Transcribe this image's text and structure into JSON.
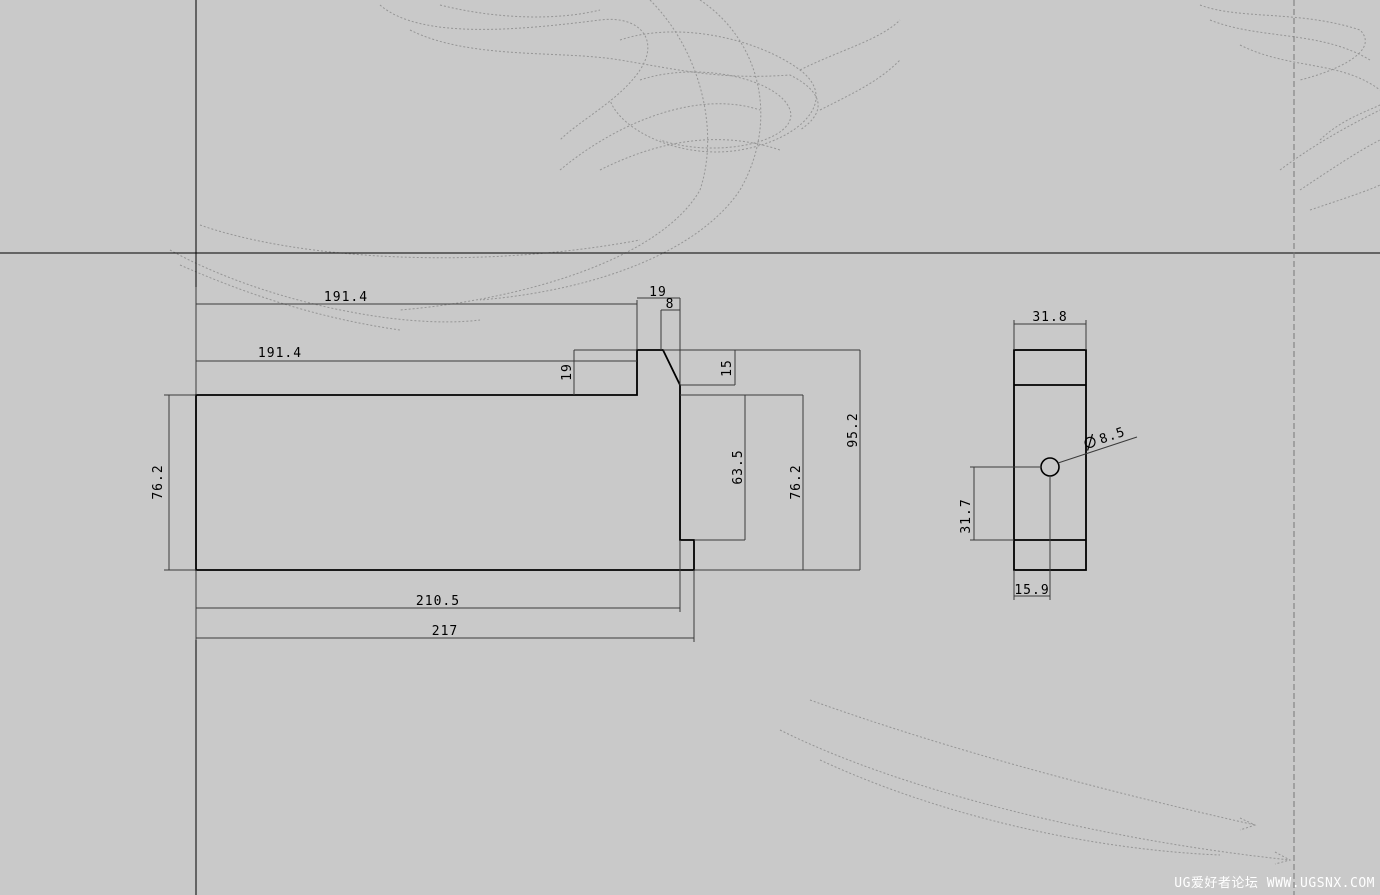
{
  "drawing": {
    "front_view": {
      "dims": {
        "top_overall": "191.4",
        "top_step_width": "19",
        "top_chamfer": "8",
        "inner_length": "191.4",
        "left_step_height": "19",
        "chamfer_height": "15",
        "overall_height": "95.2",
        "inner_height": "63.5",
        "right_height": "76.2",
        "left_height": "76.2",
        "bottom_length_1": "210.5",
        "bottom_length_2": "217"
      }
    },
    "side_view": {
      "dims": {
        "width": "31.8",
        "hole_diameter": "8.5",
        "hole_height": "31.7",
        "hole_offset": "15.9"
      }
    }
  },
  "watermark": "UG爱好者论坛 WWW.UGSNX.COM",
  "colors": {
    "background": "#c9c9c9",
    "line": "#000000",
    "ghost": "#8c8c8c"
  }
}
